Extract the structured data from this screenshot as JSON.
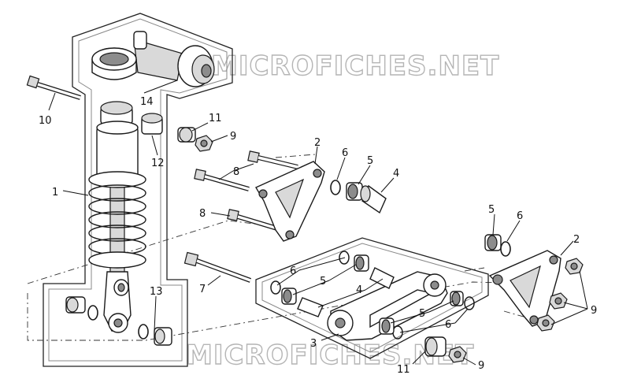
{
  "watermark": {
    "top": "MICROFICHES.NET",
    "bottom": "MICROFICHES.NET"
  },
  "callouts": {
    "c1": "1",
    "c2a": "2",
    "c2b": "2",
    "c3": "3",
    "c4a": "4",
    "c4b": "4",
    "c5a": "5",
    "c5b": "5",
    "c5c": "5",
    "c5d": "5",
    "c6a": "6",
    "c6b": "6",
    "c6c": "6",
    "c6d": "6",
    "c7": "7",
    "c8a": "8",
    "c8b": "8",
    "c9a": "9",
    "c9b": "9",
    "c9c": "9",
    "c10": "10",
    "c11a": "11",
    "c11b": "11",
    "c12": "12",
    "c13": "13",
    "c14": "14"
  }
}
